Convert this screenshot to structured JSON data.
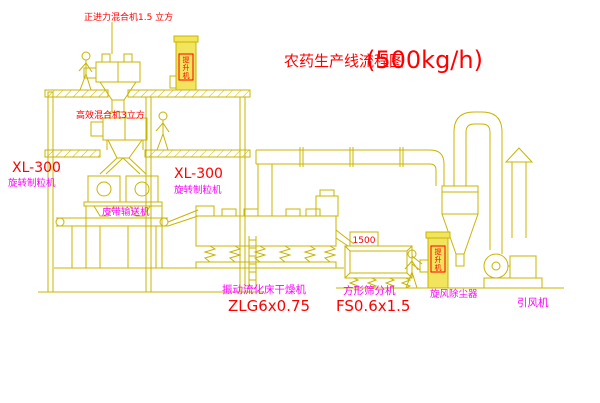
{
  "title": {
    "text": "农药生产线流程图",
    "capacity": "(500kg/h)"
  },
  "equipment_labels": {
    "top_mixer": "正进力混合机1.5 立方",
    "mid_mixer": "高效混合机3立方",
    "granulator_left_model": "XL-300",
    "granulator_left_name": "旋转制粒机",
    "granulator_right_model": "XL-300",
    "granulator_right_name": "旋转制粒机",
    "belt_conveyor": "皮带输送机",
    "dryer_name": "振动流化床干燥机",
    "dryer_model": "ZLG6x0.75",
    "sieve_name": "方形筛分机",
    "sieve_model": "FS0.6x1.5",
    "sieve_dim": "1500",
    "cyclone_name": "旋风除尘器",
    "fan_name": "引风机",
    "elevator1_label": "提升机",
    "elevator2_label": "提升机"
  },
  "colors": {
    "drawing_line": "#c8b400",
    "label_red": "#ff0000",
    "label_magenta": "#ff00ff",
    "background": "#ffffff"
  }
}
